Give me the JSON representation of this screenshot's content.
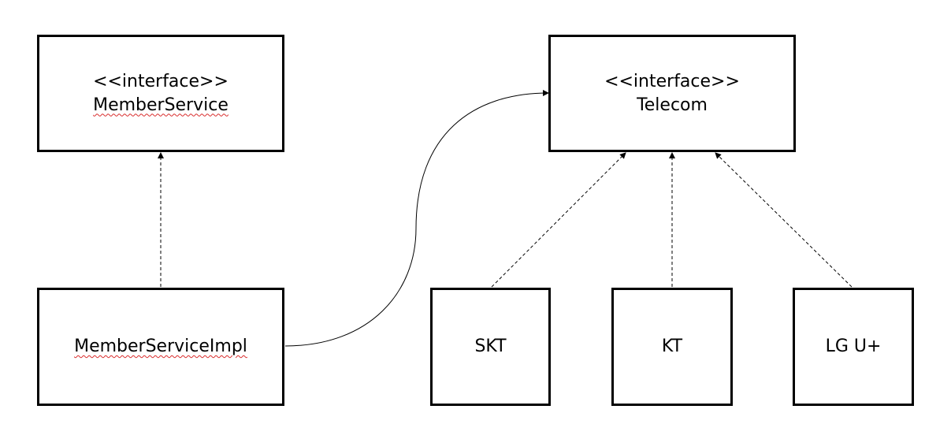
{
  "diagram": {
    "nodes": {
      "member_service": {
        "stereotype": "<<interface>>",
        "name": "MemberService"
      },
      "telecom": {
        "stereotype": "<<interface>>",
        "name": "Telecom"
      },
      "member_service_impl": {
        "name": "MemberServiceImpl"
      },
      "skt": {
        "name": "SKT"
      },
      "kt": {
        "name": "KT"
      },
      "lg": {
        "name": "LG U+"
      }
    },
    "edges": [
      {
        "from": "member_service_impl",
        "to": "member_service",
        "style": "dashed",
        "arrow": "filled"
      },
      {
        "from": "member_service_impl",
        "to": "telecom",
        "style": "solid-curve",
        "arrow": "filled"
      },
      {
        "from": "skt",
        "to": "telecom",
        "style": "dashed",
        "arrow": "filled"
      },
      {
        "from": "kt",
        "to": "telecom",
        "style": "dashed",
        "arrow": "filled"
      },
      {
        "from": "lg",
        "to": "telecom",
        "style": "dashed",
        "arrow": "filled"
      }
    ],
    "colors": {
      "stroke": "#000000",
      "background": "#ffffff",
      "spellcheck_underline": "#d92b2b"
    }
  }
}
